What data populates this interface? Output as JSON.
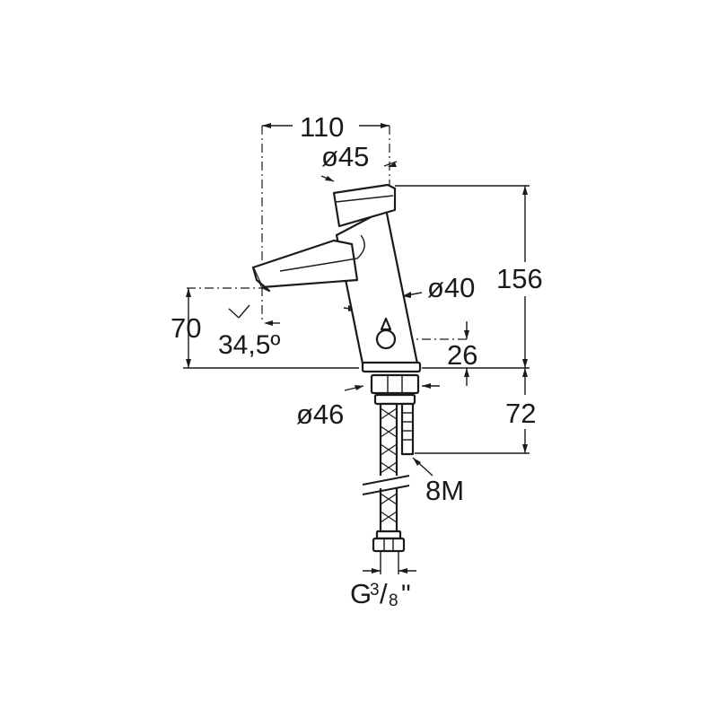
{
  "drawing": {
    "subject": "faucet",
    "colors": {
      "line": "#1a1a1a",
      "background": "#ffffff"
    },
    "dimensions": {
      "overall_width": "110",
      "cap_diameter": "ø45",
      "total_height": "156",
      "body_diameter": "ø40",
      "spout_height": "70",
      "spout_angle": "34,5º",
      "button_height": "26",
      "base_diameter": "ø46",
      "shank_length": "72",
      "shank_thread": "8M",
      "hose_connection_prefix": "G",
      "hose_connection_num": "3",
      "hose_connection_den": "8",
      "hose_connection_suffix": "\""
    }
  }
}
